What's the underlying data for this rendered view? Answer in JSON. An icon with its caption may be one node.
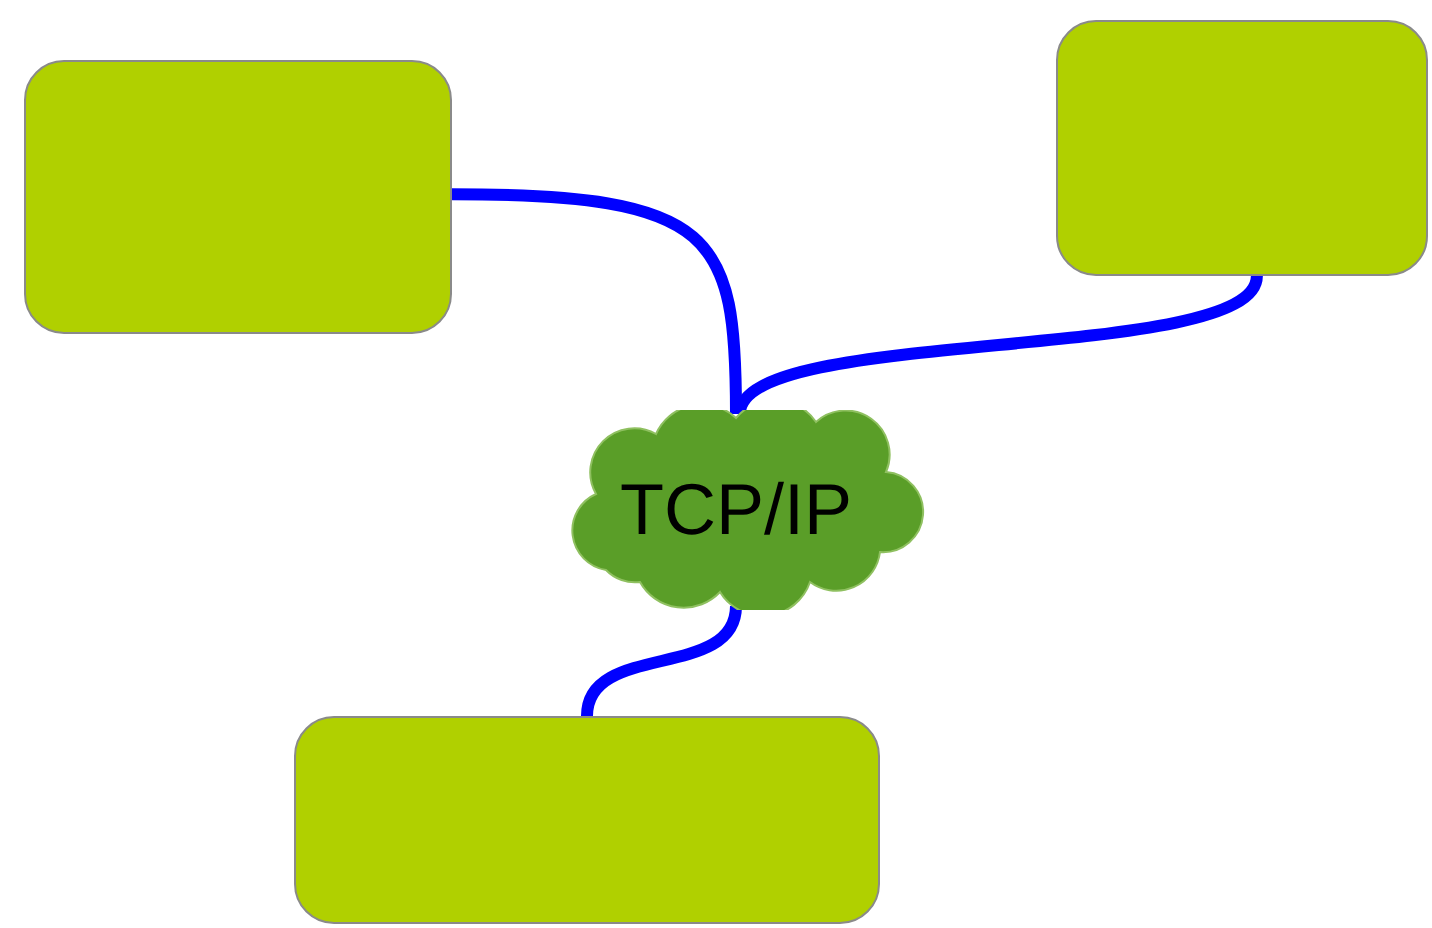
{
  "diagram": {
    "nodes": [
      {
        "text": [],
        "shape": "box"
      },
      {
        "text": [],
        "shape": "box"
      },
      {
        "text": [
          "TCP/IP"
        ]
      },
      {
        "text": [],
        "shape": "box"
      }
    ],
    "edges": [
      {
        "from": 0,
        "to": 2,
        "arrow": "none"
      },
      {
        "from": 1,
        "to": 2,
        "arrow": "none"
      },
      {
        "from": 2,
        "to": 3,
        "arrow": "none"
      }
    ]
  }
}
